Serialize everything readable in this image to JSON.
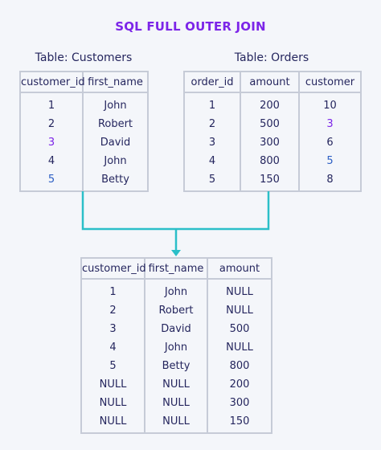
{
  "title": "SQL FULL OUTER JOIN",
  "customers": {
    "caption": "Table: Customers",
    "headers": [
      "customer_id",
      "first_name"
    ],
    "rows": [
      [
        "1",
        "John"
      ],
      [
        "2",
        "Robert"
      ],
      [
        "3",
        "David"
      ],
      [
        "4",
        "John"
      ],
      [
        "5",
        "Betty"
      ]
    ]
  },
  "orders": {
    "caption": "Table: Orders",
    "headers": [
      "order_id",
      "amount",
      "customer"
    ],
    "rows": [
      [
        "1",
        "200",
        "10"
      ],
      [
        "2",
        "500",
        "3"
      ],
      [
        "3",
        "300",
        "6"
      ],
      [
        "4",
        "800",
        "5"
      ],
      [
        "5",
        "150",
        "8"
      ]
    ]
  },
  "result": {
    "headers": [
      "customer_id",
      "first_name",
      "amount"
    ],
    "rows": [
      [
        "1",
        "John",
        "NULL"
      ],
      [
        "2",
        "Robert",
        "NULL"
      ],
      [
        "3",
        "David",
        "500"
      ],
      [
        "4",
        "John",
        "NULL"
      ],
      [
        "5",
        "Betty",
        "800"
      ],
      [
        "NULL",
        "NULL",
        "200"
      ],
      [
        "NULL",
        "NULL",
        "300"
      ],
      [
        "NULL",
        "NULL",
        "150"
      ]
    ]
  },
  "colors": {
    "title": "#7c25e8",
    "match_purple": "#7c25e8",
    "match_blue": "#2d5fc4",
    "connector": "#2bbfc8",
    "border": "#c6cbd7",
    "text": "#25265e"
  }
}
